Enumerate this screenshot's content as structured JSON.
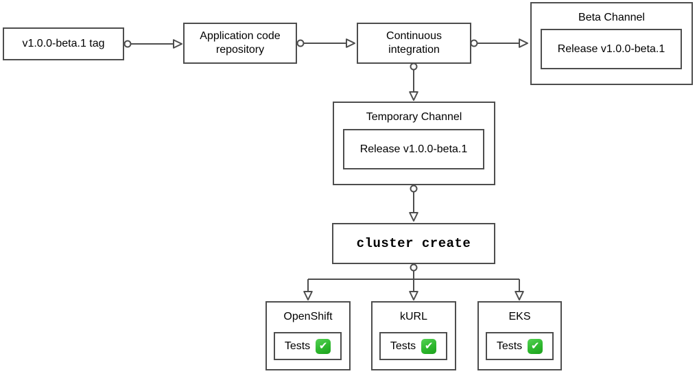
{
  "nodes": {
    "tag": {
      "label": "v1.0.0-beta.1 tag"
    },
    "repo": {
      "label": "Application code repository"
    },
    "ci": {
      "label": "Continuous integration"
    },
    "beta": {
      "title": "Beta Channel",
      "release": "Release v1.0.0-beta.1"
    },
    "temp": {
      "title": "Temporary Channel",
      "release": "Release v1.0.0-beta.1"
    },
    "cluster": {
      "label": "cluster create"
    },
    "openshift": {
      "title": "OpenShift",
      "tests_label": "Tests",
      "status": "pass"
    },
    "kurl": {
      "title": "kURL",
      "tests_label": "Tests",
      "status": "pass"
    },
    "eks": {
      "title": "EKS",
      "tests_label": "Tests",
      "status": "pass"
    }
  },
  "icons": {
    "check": {
      "name": "check-mark-icon",
      "glyph": "✔"
    }
  },
  "edges": [
    {
      "from": "tag",
      "to": "repo"
    },
    {
      "from": "repo",
      "to": "ci"
    },
    {
      "from": "ci",
      "to": "beta"
    },
    {
      "from": "ci",
      "to": "temp"
    },
    {
      "from": "temp",
      "to": "cluster"
    },
    {
      "from": "cluster",
      "to": "openshift"
    },
    {
      "from": "cluster",
      "to": "kurl"
    },
    {
      "from": "cluster",
      "to": "eks"
    }
  ],
  "colors": {
    "background": "#ffffff",
    "stroke": "#4d4d4d",
    "text": "#000000",
    "check_green": "#2eb82e",
    "check_mark": "#ffffff"
  }
}
